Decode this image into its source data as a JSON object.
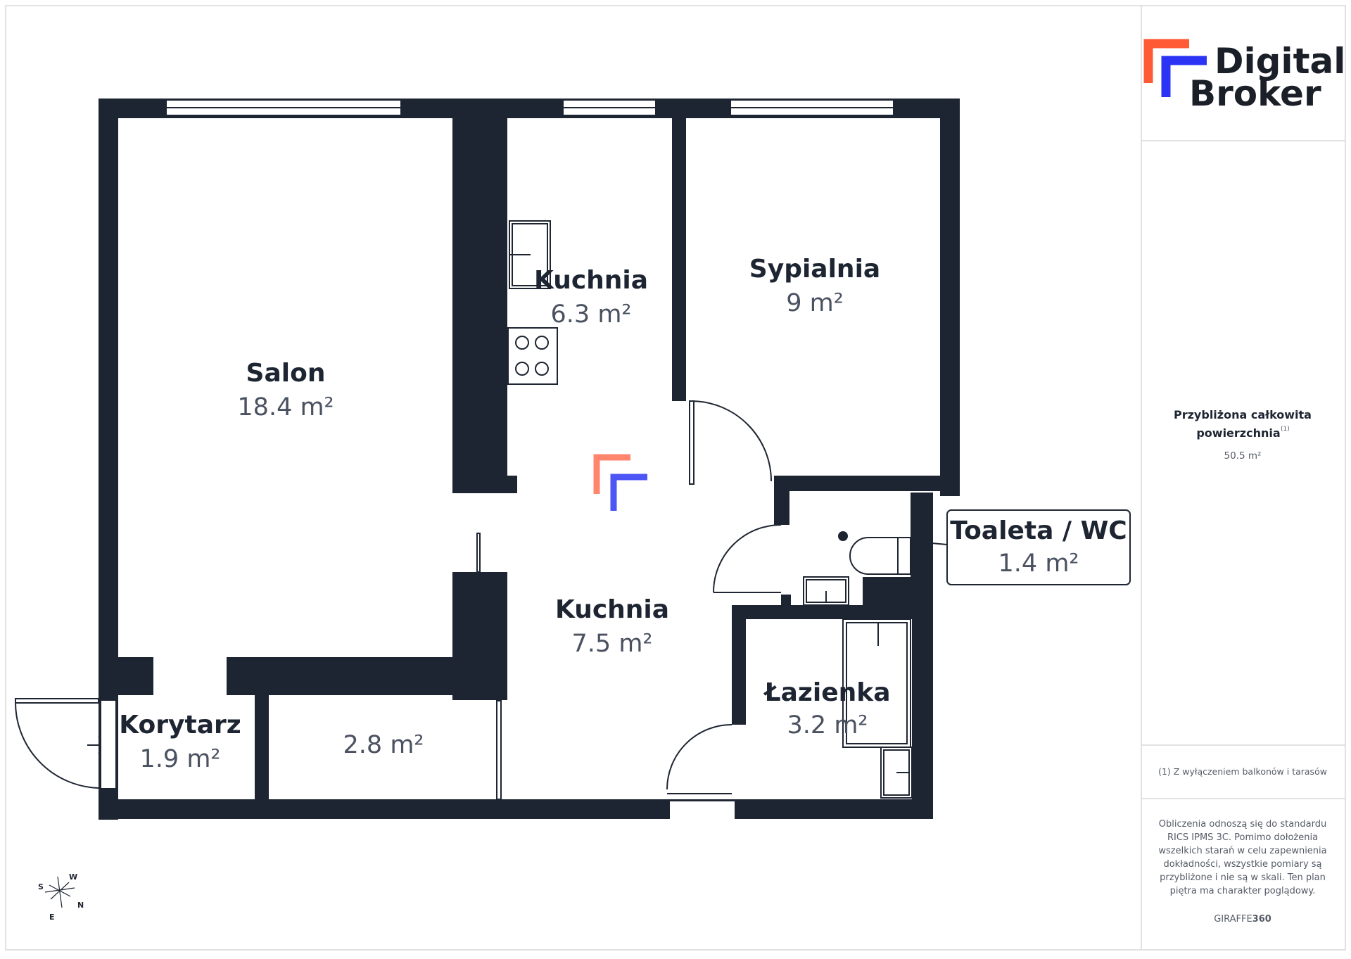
{
  "brand": {
    "line1": "Digital",
    "line2": "Broker",
    "accent_red": "#ff5a36",
    "accent_blue": "#2b34f5"
  },
  "colors": {
    "wall": "#1e2532",
    "text": "#1e2532",
    "muted": "#4a5160",
    "border": "#d9d9d9"
  },
  "rooms": {
    "salon": {
      "name": "Salon",
      "area": "18.4 m²"
    },
    "kuchnia_top": {
      "name": "Kuchnia",
      "area": "6.3 m²"
    },
    "sypialnia": {
      "name": "Sypialnia",
      "area": "9 m²"
    },
    "kuchnia_main": {
      "name": "Kuchnia",
      "area": "7.5 m²"
    },
    "toaleta": {
      "name": "Toaleta / WC",
      "area": "1.4 m²"
    },
    "lazienka": {
      "name": "Łazienka",
      "area": "3.2 m²"
    },
    "korytarz": {
      "name": "Korytarz",
      "area": "1.9 m²"
    },
    "storage": {
      "area": "2.8 m²"
    }
  },
  "sidebar": {
    "total_title_line1": "Przybliżona całkowita",
    "total_title_line2": "powierzchnia",
    "total_sup": "(1)",
    "total_value": "50.5 m²",
    "footnote": "(1) Z wyłączeniem balkonów i tarasów",
    "disclaimer_lines": [
      "Obliczenia odnoszą się do standardu",
      "RICS IPMS 3C. Pomimo dołożenia",
      "wszelkich starań w celu zapewnienia",
      "dokładności, wszystkie pomiary są",
      "przybliżone i nie są w skali. Ten plan",
      "piętra ma charakter poglądowy."
    ],
    "credit_prefix": "GIRAFFE",
    "credit_suffix": "360"
  },
  "compass": {
    "n": "N",
    "e": "E",
    "s": "S",
    "w": "W"
  }
}
